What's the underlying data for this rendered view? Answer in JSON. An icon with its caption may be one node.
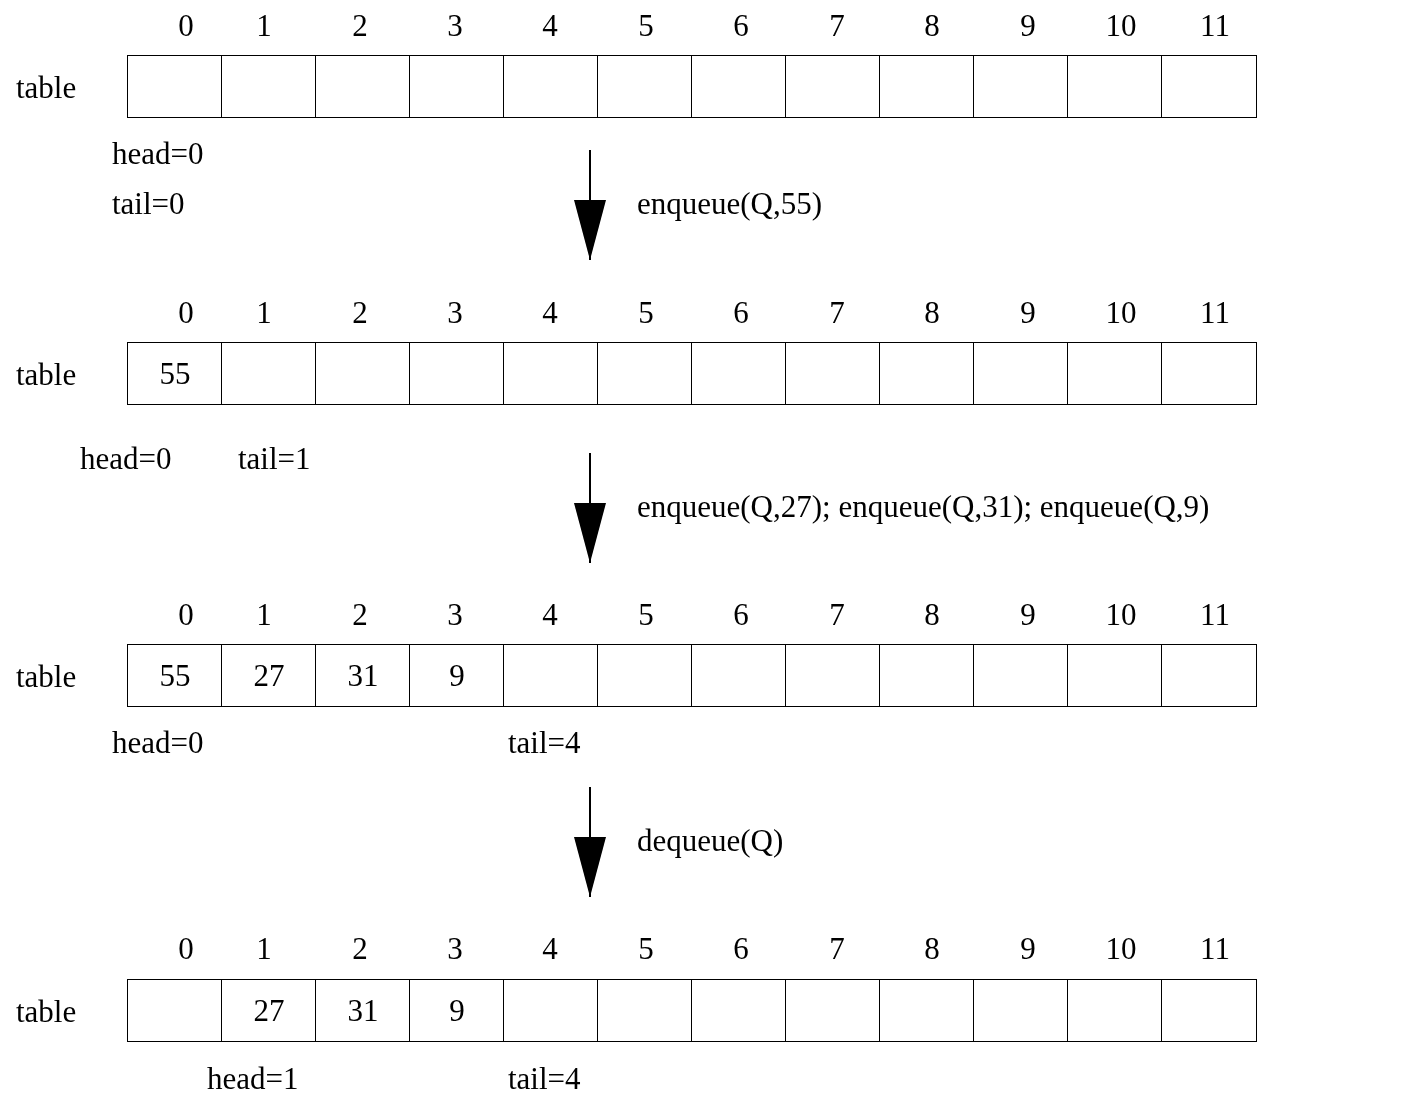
{
  "diagram": {
    "nodes": [
      {
        "text": [
          "table"
        ]
      },
      {
        "text": [],
        "shape": "box",
        "in": 0
      },
      {
        "text": [],
        "shape": "box",
        "in": 0
      },
      {
        "text": [],
        "shape": "box",
        "in": 0
      },
      {
        "text": [],
        "shape": "box",
        "in": 0
      },
      {
        "text": [],
        "shape": "box",
        "in": 0
      },
      {
        "text": [],
        "shape": "box",
        "in": 0
      },
      {
        "text": [],
        "shape": "box",
        "in": 0
      },
      {
        "text": [],
        "shape": "box",
        "in": 0
      },
      {
        "text": [],
        "shape": "box",
        "in": 0
      },
      {
        "text": [],
        "shape": "box",
        "in": 0
      },
      {
        "text": [],
        "shape": "box",
        "in": 0
      },
      {
        "text": [],
        "shape": "box",
        "in": 0
      },
      {
        "text": [
          "table"
        ]
      },
      {
        "text": [
          "55"
        ],
        "in": 13
      },
      {
        "text": [],
        "shape": "box",
        "in": 13
      },
      {
        "text": [],
        "shape": "box",
        "in": 13
      },
      {
        "text": [],
        "shape": "box",
        "in": 13
      },
      {
        "text": [],
        "shape": "box",
        "in": 13
      },
      {
        "text": [],
        "shape": "box",
        "in": 13
      },
      {
        "text": [],
        "shape": "box",
        "in": 13
      },
      {
        "text": [],
        "shape": "box",
        "in": 13
      },
      {
        "text": [],
        "shape": "box",
        "in": 13
      },
      {
        "text": [],
        "shape": "box",
        "in": 13
      },
      {
        "text": [],
        "shape": "box",
        "in": 13
      },
      {
        "text": [],
        "shape": "box",
        "in": 13
      },
      {
        "text": [
          "table"
        ]
      },
      {
        "text": [
          "55"
        ],
        "in": 26
      },
      {
        "text": [
          "27"
        ],
        "in": 26
      },
      {
        "text": [
          "31"
        ],
        "in": 26
      },
      {
        "text": [
          "9"
        ],
        "in": 26
      },
      {
        "text": [],
        "shape": "box",
        "in": 26
      },
      {
        "text": [],
        "shape": "box",
        "in": 26
      },
      {
        "text": [],
        "shape": "box",
        "in": 26
      },
      {
        "text": [],
        "shape": "box",
        "in": 26
      },
      {
        "text": [],
        "shape": "box",
        "in": 26
      },
      {
        "text": [],
        "shape": "box",
        "in": 26
      },
      {
        "text": [],
        "shape": "box",
        "in": 26
      },
      {
        "text": [],
        "shape": "box",
        "in": 26
      },
      {
        "text": [
          "table"
        ]
      },
      {
        "text": [],
        "shape": "box",
        "in": 39
      },
      {
        "text": [
          "27"
        ],
        "in": 39
      },
      {
        "text": [
          "31"
        ],
        "in": 39
      },
      {
        "text": [
          "9"
        ],
        "in": 39
      },
      {
        "text": [],
        "shape": "box",
        "in": 39
      },
      {
        "text": [],
        "shape": "box",
        "in": 39
      },
      {
        "text": [],
        "shape": "box",
        "in": 39
      },
      {
        "text": [],
        "shape": "box",
        "in": 39
      },
      {
        "text": [],
        "shape": "box",
        "in": 39
      },
      {
        "text": [],
        "shape": "box",
        "in": 39
      },
      {
        "text": [],
        "shape": "box",
        "in": 39
      },
      {
        "text": [],
        "shape": "box",
        "in": 39
      }
    ],
    "edges": [
      {
        "from": 0,
        "to": 13,
        "arrow": "to",
        "label": "enqueue(Q,55)"
      },
      {
        "from": 13,
        "to": 26,
        "arrow": "to",
        "label": "enqueue(Q,27); enqueue(Q,31); enqueue(Q,9)"
      },
      {
        "from": 26,
        "to": 39,
        "arrow": "to",
        "label": "dequeue(Q)"
      }
    ],
    "labels": [
      "0",
      "1",
      "2",
      "3",
      "4",
      "5",
      "6",
      "7",
      "8",
      "9",
      "10",
      "11",
      "head=0",
      "tail=0",
      "0",
      "1",
      "2",
      "3",
      "4",
      "5",
      "6",
      "7",
      "8",
      "9",
      "10",
      "11",
      "head=0",
      "tail=1",
      "0",
      "1",
      "2",
      "3",
      "4",
      "5",
      "6",
      "7",
      "8",
      "9",
      "10",
      "11",
      "head=0",
      "tail=4",
      "0",
      "1",
      "2",
      "3",
      "4",
      "5",
      "6",
      "7",
      "8",
      "9",
      "10",
      "11",
      "head=1",
      "tail=4"
    ]
  }
}
